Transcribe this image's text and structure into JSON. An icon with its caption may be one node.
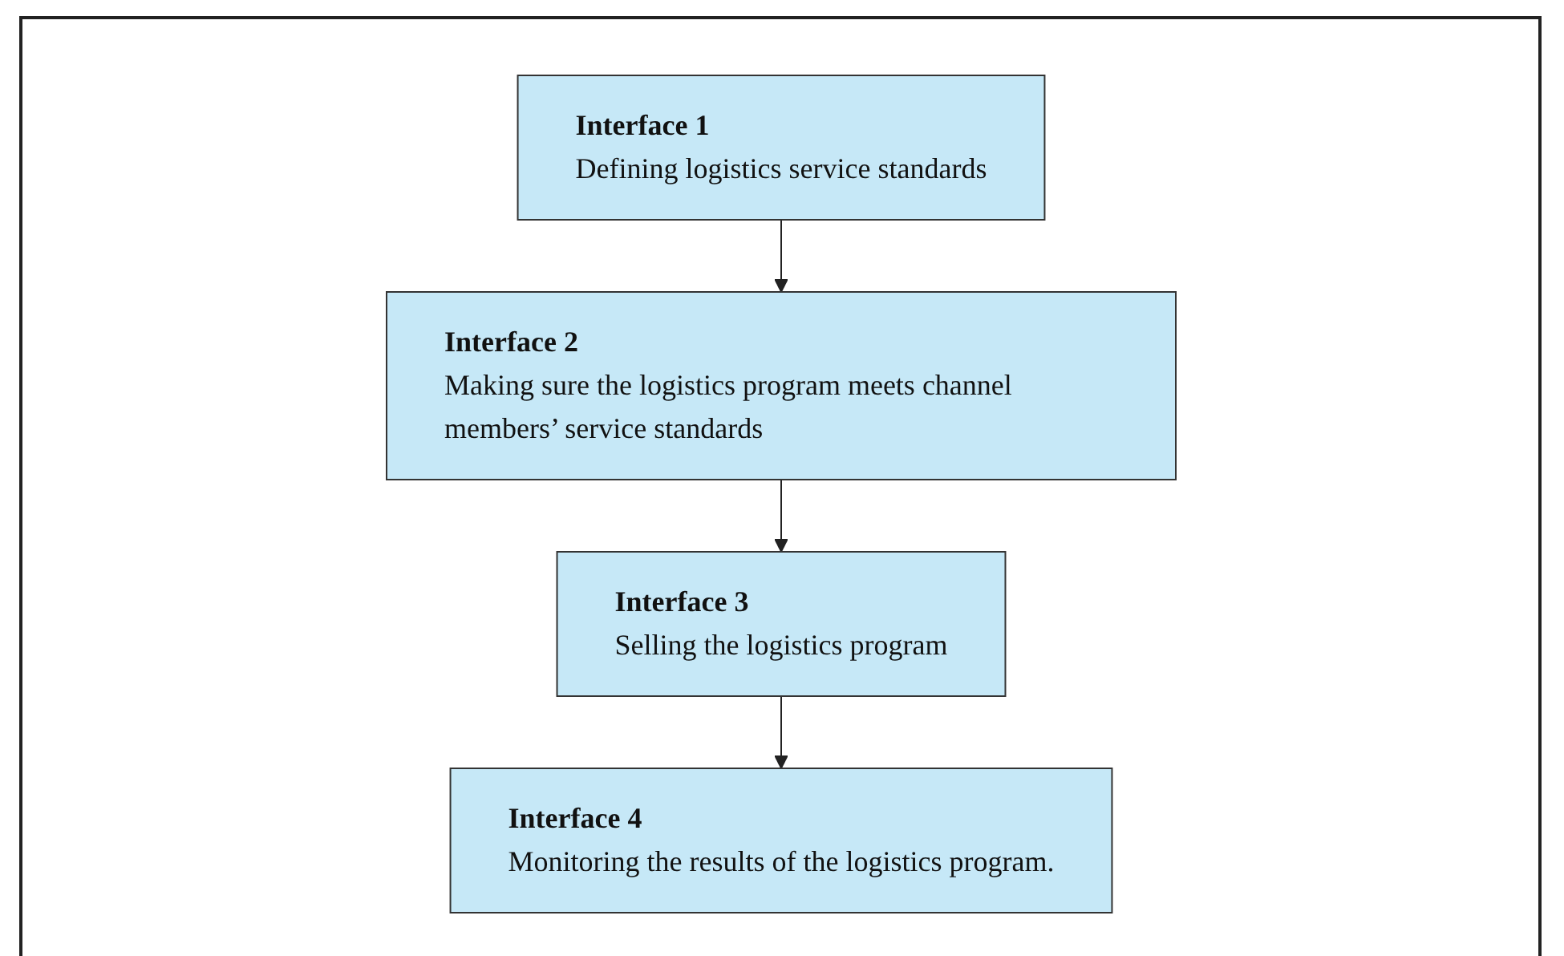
{
  "diagram": {
    "nodes": [
      {
        "text": [
          "Interface 1",
          "Defining logistics service standards"
        ]
      },
      {
        "text": [
          "Interface 2",
          "Making sure the logistics program meets channel members’ service standards"
        ]
      },
      {
        "text": [
          "Interface 3",
          "Selling the logistics program"
        ]
      },
      {
        "text": [
          "Interface 4",
          "Monitoring the results of the logistics program."
        ]
      }
    ],
    "edges": [
      {
        "from": 0,
        "to": 1,
        "arrow": "to"
      },
      {
        "from": 1,
        "to": 2,
        "arrow": "to"
      },
      {
        "from": 2,
        "to": 3,
        "arrow": "to"
      }
    ]
  }
}
